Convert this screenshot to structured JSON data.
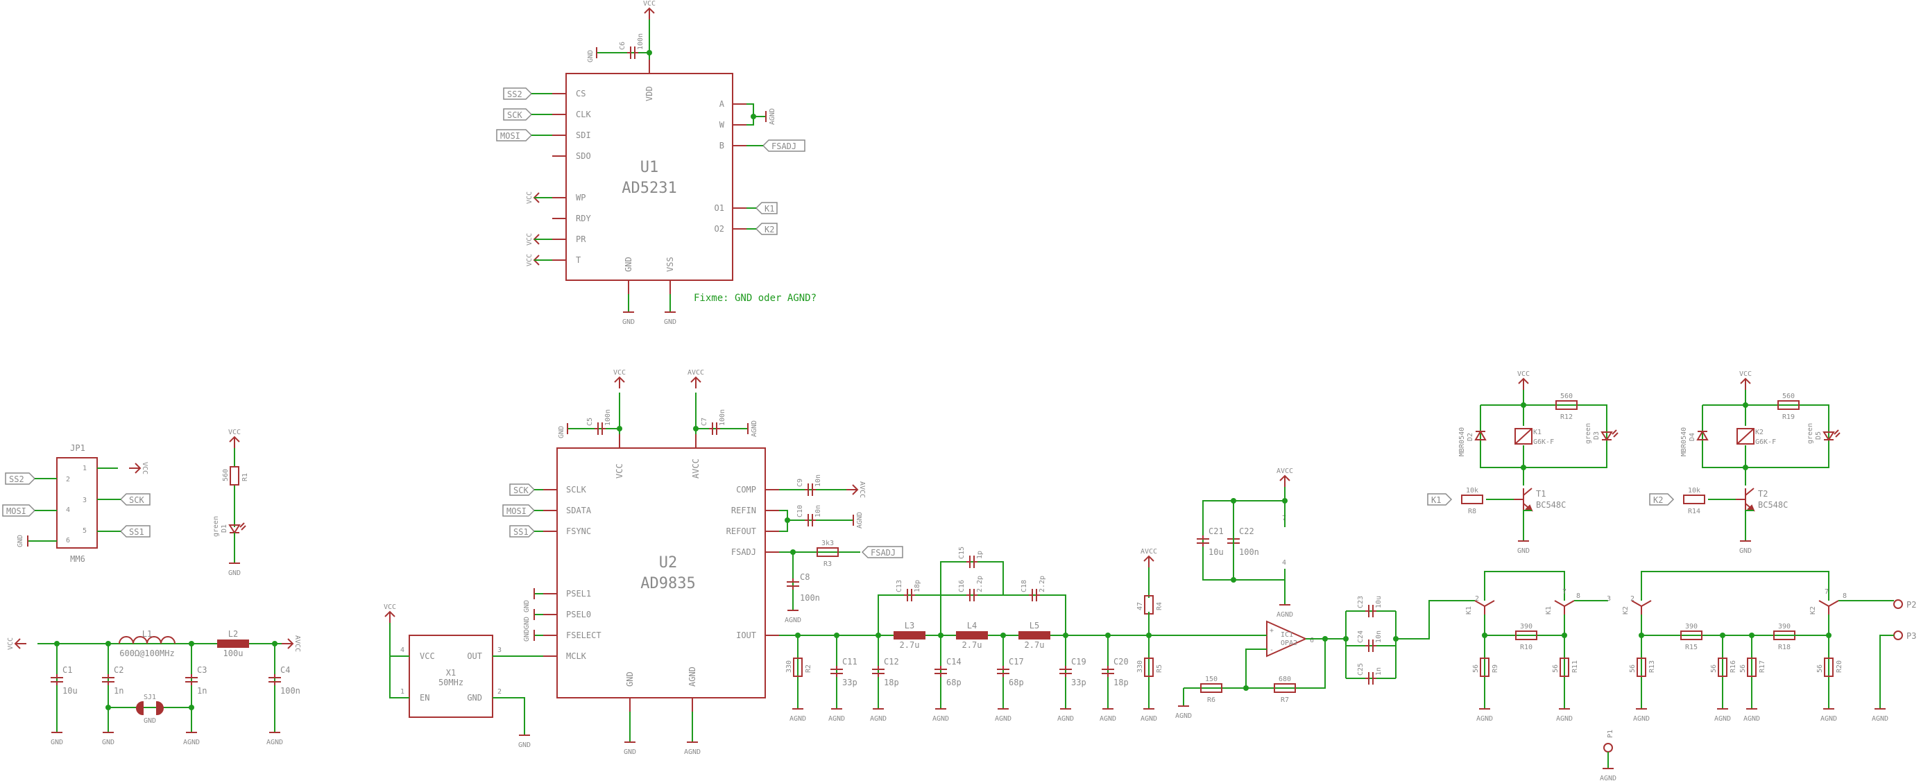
{
  "note": "Fixme: GND oder AGND?",
  "chips": {
    "u1": {
      "name": "U1",
      "value": "AD5231",
      "left_pins": [
        "CS",
        "CLK",
        "SDI",
        "SDO",
        "WP",
        "RDY",
        "PR",
        "T"
      ],
      "right_pins": [
        "A",
        "W",
        "B",
        "O1",
        "O2"
      ],
      "top_pins": [
        "VDD"
      ],
      "bottom_pins": [
        "GND",
        "VSS"
      ]
    },
    "u2": {
      "name": "U2",
      "value": "AD9835",
      "left_pins": [
        "SCLK",
        "SDATA",
        "FSYNC",
        "PSEL1",
        "PSEL0",
        "FSELECT",
        "MCLK"
      ],
      "right_pins": [
        "COMP",
        "REFIN",
        "REFOUT",
        "FSADJ",
        "IOUT"
      ],
      "top_pins": [
        "VCC",
        "AVCC"
      ],
      "bottom_pins": [
        "GND",
        "AGND"
      ]
    },
    "x1": {
      "name": "X1",
      "value": "50MHz",
      "pins": [
        "VCC",
        "OUT",
        "EN",
        "GND"
      ],
      "pin_numbers": [
        "4",
        "3",
        "1",
        "2"
      ]
    },
    "jp1": {
      "name": "JP1",
      "value": "MM6",
      "pin_numbers": [
        "1",
        "2",
        "3",
        "4",
        "5",
        "6"
      ]
    },
    "ic1": {
      "name": "IC1",
      "value": "OPA2"
    }
  },
  "nets": {
    "vcc": "VCC",
    "avcc": "AVCC",
    "gnd": "GND",
    "agnd": "AGND",
    "ss1": "SS1",
    "ss2": "SS2",
    "sck": "SCK",
    "mosi": "MOSI",
    "fsadj": "FSADJ",
    "k1": "K1",
    "k2": "K2"
  },
  "components": {
    "c1": [
      "C1",
      "10u"
    ],
    "c2": [
      "C2",
      "1n"
    ],
    "c3": [
      "C3",
      "1n"
    ],
    "c4": [
      "C4",
      "100n"
    ],
    "c5": [
      "C5",
      "100n"
    ],
    "c6": [
      "C6",
      "100n"
    ],
    "c7": [
      "C7",
      "100n"
    ],
    "c8": [
      "C8",
      "100n"
    ],
    "c9": [
      "C9",
      "10n"
    ],
    "c10": [
      "C10",
      "10n"
    ],
    "c11": [
      "C11",
      "33p"
    ],
    "c12": [
      "C12",
      "18p"
    ],
    "c13": [
      "C13",
      "18p"
    ],
    "c14": [
      "C14",
      "68p"
    ],
    "c15": [
      "C15",
      "1p"
    ],
    "c16": [
      "C16",
      "2.2p"
    ],
    "c17": [
      "C17",
      "68p"
    ],
    "c18": [
      "C18",
      "2.2p"
    ],
    "c19": [
      "C19",
      "33p"
    ],
    "c20": [
      "C20",
      "18p"
    ],
    "c21": [
      "C21",
      "10u"
    ],
    "c22": [
      "C22",
      "100n"
    ],
    "c23": [
      "C23",
      "10u"
    ],
    "c24": [
      "C24",
      "10n"
    ],
    "c25": [
      "C25",
      "1n"
    ],
    "l1": [
      "L1",
      "600Ω@100MHz"
    ],
    "l2": [
      "L2",
      "100u"
    ],
    "l3": [
      "L3",
      "2.7u"
    ],
    "l4": [
      "L4",
      "2.7u"
    ],
    "l5": [
      "L5",
      "2.7u"
    ],
    "r1": [
      "R1",
      "560"
    ],
    "r2": [
      "R2",
      "330"
    ],
    "r3": [
      "R3",
      "3k3"
    ],
    "r4": [
      "R4",
      "47"
    ],
    "r5": [
      "R5",
      "330"
    ],
    "r6": [
      "R6",
      "150"
    ],
    "r7": [
      "R7",
      "680"
    ],
    "r8": [
      "R8",
      "10k"
    ],
    "r9": [
      "R9",
      "56"
    ],
    "r10": [
      "R10",
      "390"
    ],
    "r11": [
      "R11",
      "56"
    ],
    "r12": [
      "R12",
      "560"
    ],
    "r13": [
      "R13",
      "56"
    ],
    "r14": [
      "R14",
      "10k"
    ],
    "r15": [
      "R15",
      "390"
    ],
    "r16": [
      "R16",
      "56"
    ],
    "r17": [
      "R17",
      "56"
    ],
    "r18": [
      "R18",
      "390"
    ],
    "r19": [
      "R19",
      "560"
    ],
    "r20": [
      "R20",
      "56"
    ],
    "d1": [
      "D1",
      "green"
    ],
    "d2": [
      "D2",
      "MBR0540"
    ],
    "d3": [
      "D3",
      "green"
    ],
    "d4": [
      "D4",
      "MBR0540"
    ],
    "d5": [
      "D5",
      "green"
    ],
    "t1": [
      "T1",
      "BC548C"
    ],
    "t2": [
      "T2",
      "BC548C"
    ],
    "k1": [
      "K1",
      "G6K-F"
    ],
    "k2": [
      "K2",
      "G6K-F"
    ],
    "sj1": [
      "SJ1"
    ],
    "p1": [
      "P1"
    ],
    "p2": [
      "P2"
    ],
    "p3": [
      "P3"
    ]
  },
  "colors": {
    "wire": "#1e9a1e",
    "device": "#a83232",
    "label": "#8a8a8a"
  }
}
